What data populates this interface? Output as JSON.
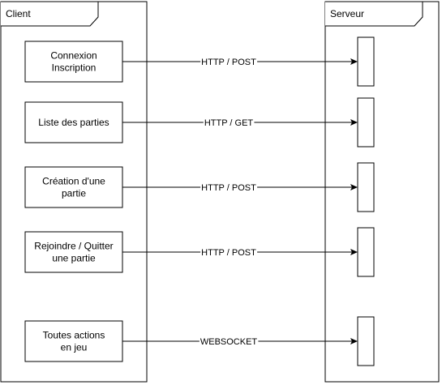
{
  "client": {
    "title": "Client"
  },
  "server": {
    "title": "Serveur"
  },
  "actions": [
    {
      "lines": [
        "Connexion",
        "Inscription"
      ],
      "protocol": "HTTP / POST"
    },
    {
      "lines": [
        "Liste des parties"
      ],
      "protocol": "HTTP / GET"
    },
    {
      "lines": [
        "Création d'une",
        "partie"
      ],
      "protocol": "HTTP / POST"
    },
    {
      "lines": [
        "Rejoindre / Quitter",
        "une partie"
      ],
      "protocol": "HTTP / POST"
    },
    {
      "lines": [
        "Toutes actions",
        "en jeu"
      ],
      "protocol": "WEBSOCKET"
    }
  ],
  "colors": {
    "stroke": "#000000",
    "fill": "#ffffff"
  }
}
